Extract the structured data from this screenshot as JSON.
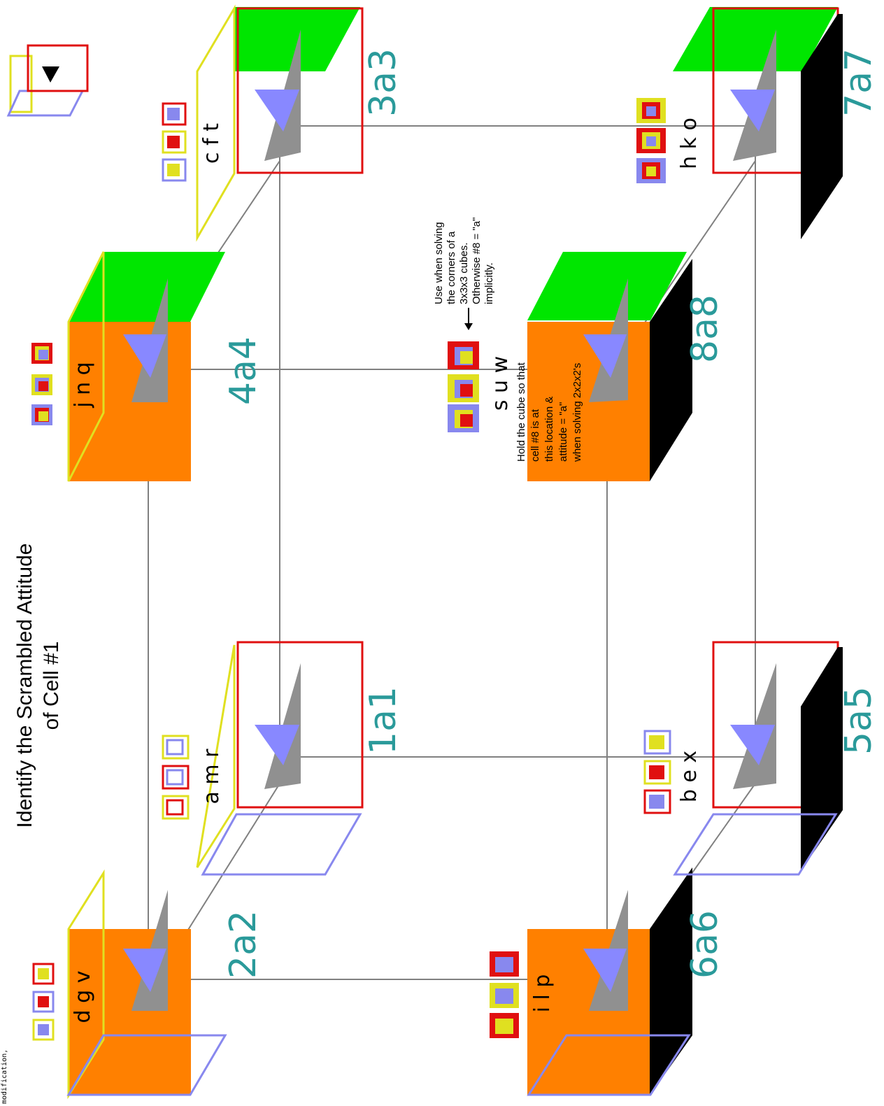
{
  "title_line1": "Identify the Scrambled Attitude",
  "title_line2": "of Cell #1",
  "corner_text": "modification,",
  "cells": [
    {
      "id": "1",
      "label": "1a1",
      "letters": "a m r"
    },
    {
      "id": "2",
      "label": "2a2",
      "letters": "d g v"
    },
    {
      "id": "3",
      "label": "3a3",
      "letters": "c f t"
    },
    {
      "id": "4",
      "label": "4a4",
      "letters": "j n q"
    },
    {
      "id": "5",
      "label": "5a5",
      "letters": "b e x"
    },
    {
      "id": "6",
      "label": "6a6",
      "letters": "i l p"
    },
    {
      "id": "7",
      "label": "7a7",
      "letters": "h k o"
    },
    {
      "id": "8",
      "label": "8a8",
      "letters": "s u w"
    }
  ],
  "note_corners": [
    "Use when solving",
    "the corners of a",
    "3x3x3 cubes.",
    "Otherwise #8 = \"a\"",
    "implicitly."
  ],
  "note_hold": [
    "Hold the cube so that",
    "cell #8 is at",
    "this location &",
    "attitude = \"a\"",
    "when solving 2x2x2's"
  ],
  "colors": {
    "orange": "#ff8000",
    "green": "#00e600",
    "red": "#e01010",
    "yellow": "#e0e020",
    "blue": "#8888ee",
    "label": "#2a9a9a"
  }
}
